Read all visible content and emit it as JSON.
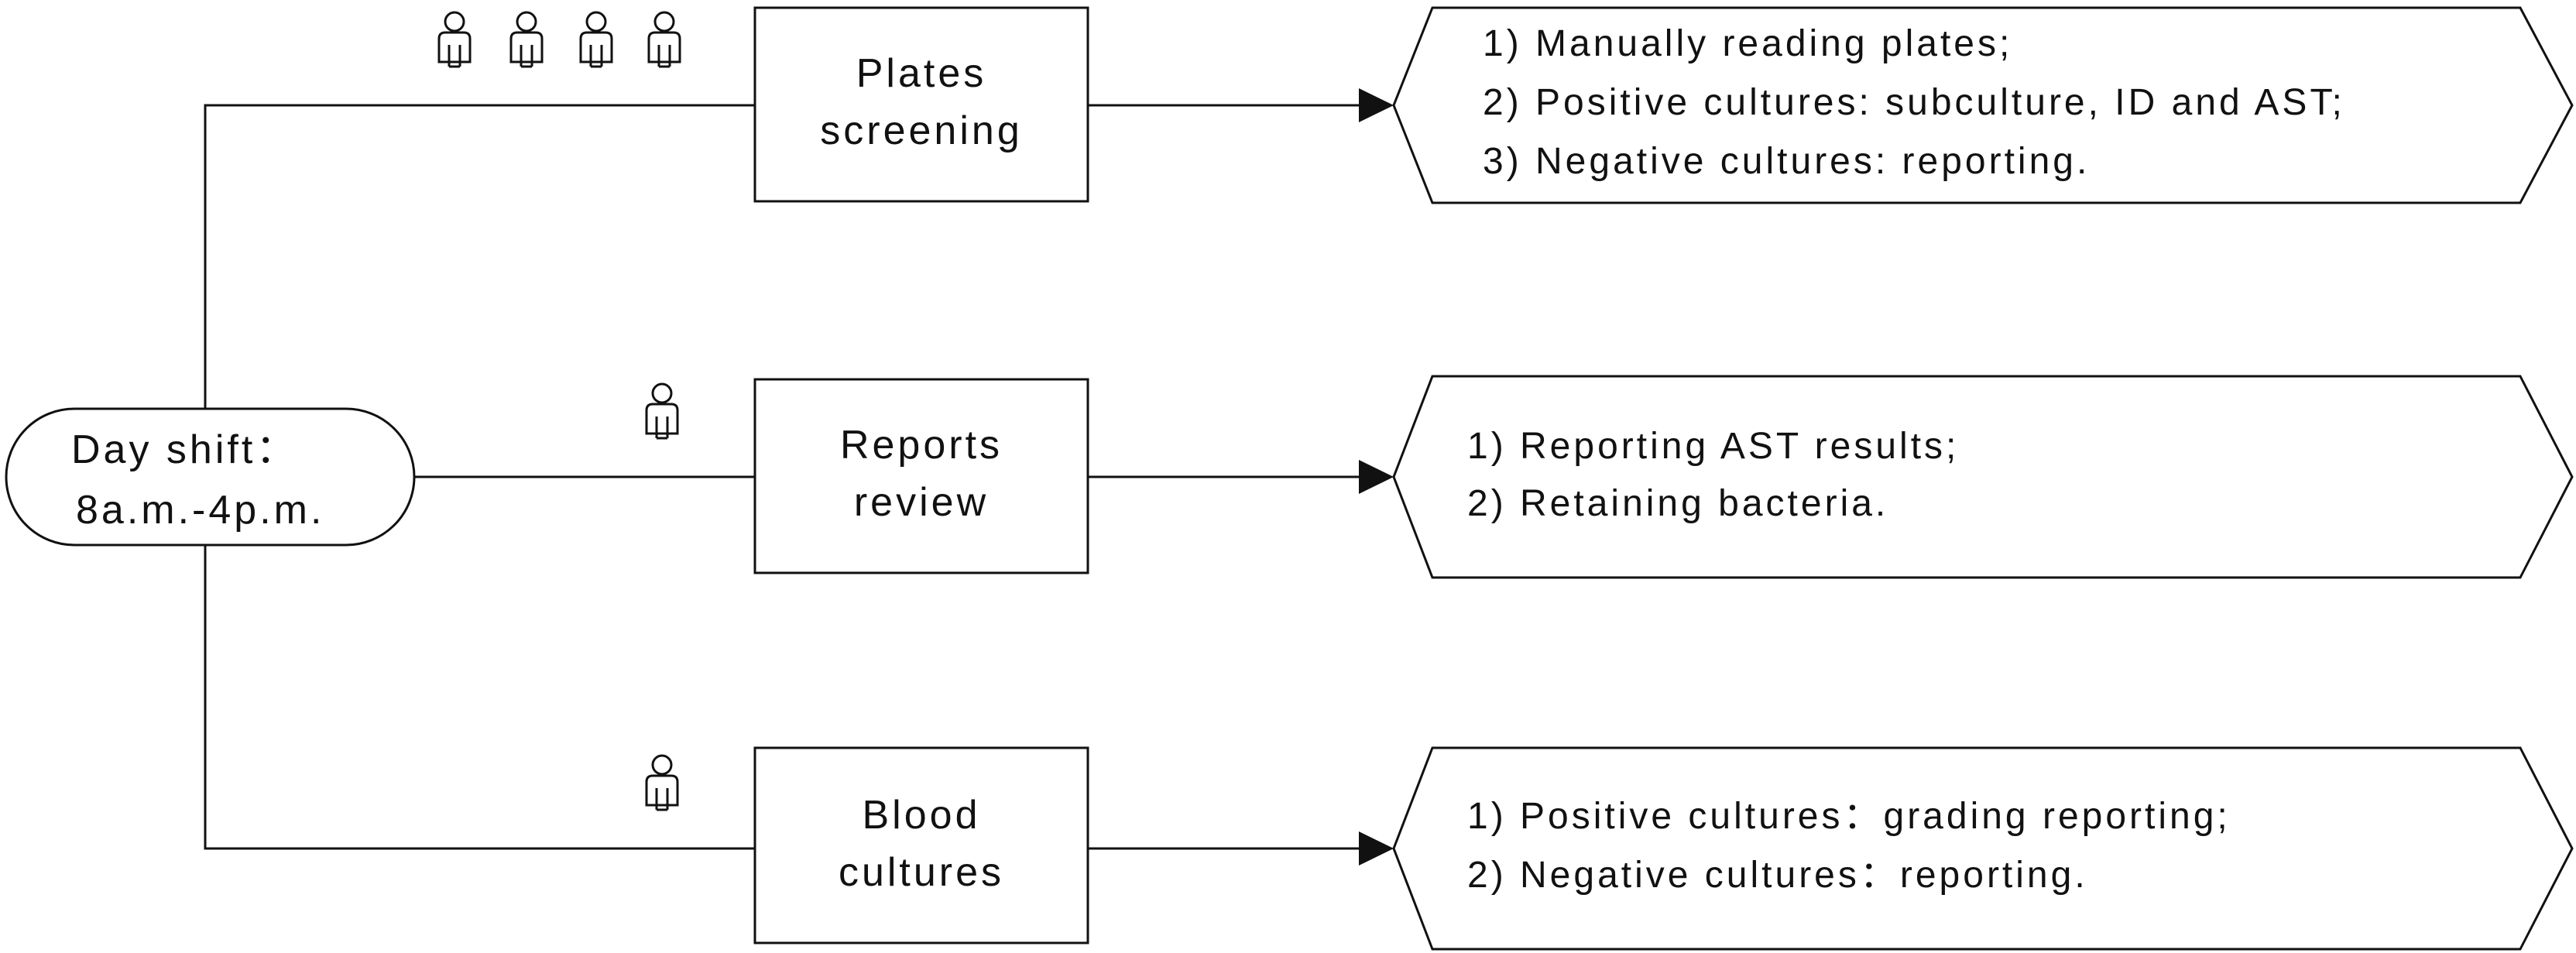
{
  "start": {
    "line1": "Day shift：",
    "line2": "8a.m.-4p.m."
  },
  "branches": [
    {
      "box_line1": "Plates",
      "box_line2": "screening",
      "staff_count": 4,
      "tasks": [
        "1) Manually reading plates;",
        "2) Positive cultures: subculture, ID and AST;",
        "3) Negative cultures: reporting."
      ]
    },
    {
      "box_line1": "Reports",
      "box_line2": "review",
      "staff_count": 1,
      "tasks": [
        "1) Reporting AST results;",
        "2) Retaining bacteria."
      ]
    },
    {
      "box_line1": "Blood",
      "box_line2": "cultures",
      "staff_count": 1,
      "tasks": [
        "1) Positive cultures：grading reporting;",
        "2) Negative cultures：reporting."
      ]
    }
  ]
}
